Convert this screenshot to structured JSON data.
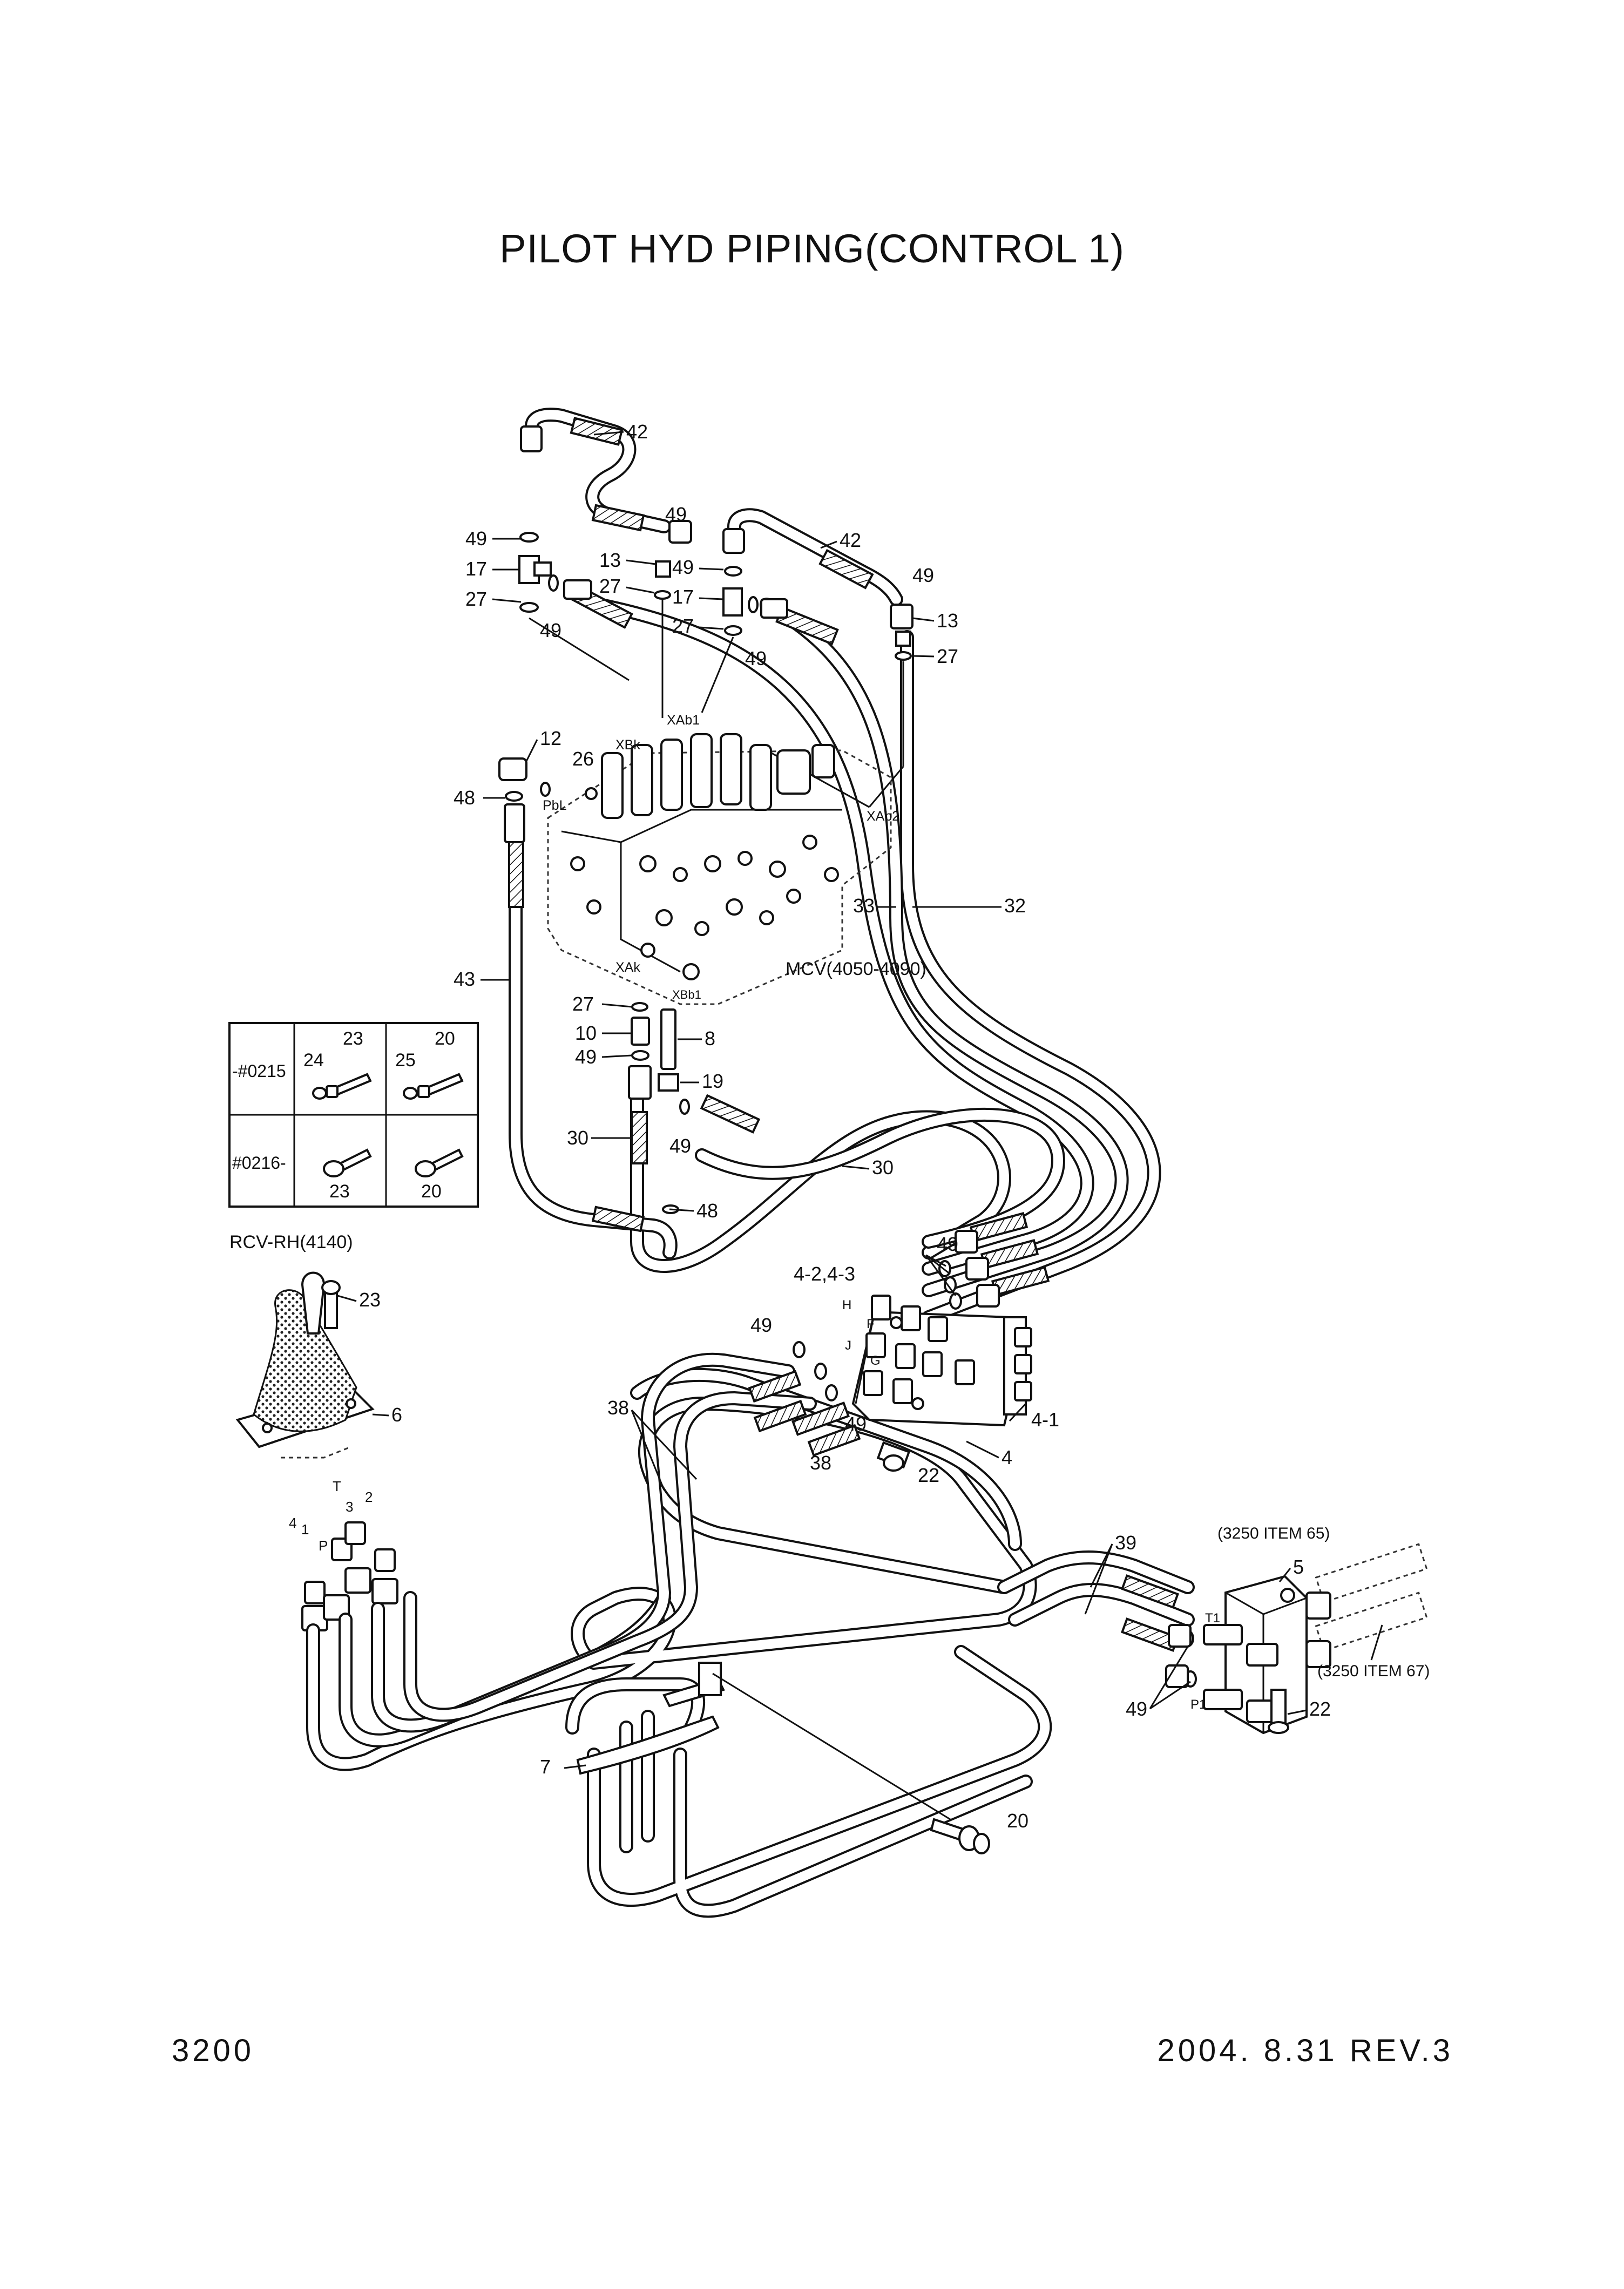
{
  "title": "PILOT HYD PIPING(CONTROL 1)",
  "page_number": "3200",
  "revision": "2004. 8.31 REV.3",
  "assembly_labels": {
    "mcv": "MCV(4050-4090)",
    "rcv": "RCV-RH(4140)",
    "item65": "(3250 ITEM 65)",
    "item67": "(3250 ITEM 67)"
  },
  "port_labels": {
    "xbk": "XBk",
    "xab1": "XAb1",
    "xab2": "XAb2",
    "pbl": "PbL",
    "xak": "XAk",
    "xbb1": "XBb1",
    "h": "H",
    "f": "F",
    "j": "J",
    "g": "G",
    "t1": "T1",
    "p1": "P1",
    "r1": "1",
    "rp": "P",
    "rt": "T",
    "r3": "3",
    "r2": "2",
    "r4": "4"
  },
  "serial_table": {
    "rows": [
      {
        "range": "-#0215",
        "parts": [
          "24",
          "23",
          "25",
          "20"
        ]
      },
      {
        "range": "#0216-",
        "parts": [
          "23",
          "20"
        ]
      }
    ]
  },
  "callouts": {
    "c42a": "42",
    "c49a": "49",
    "c17a": "17",
    "c27a": "27",
    "c49b": "49",
    "c49c": "49",
    "c13a": "13",
    "c27b": "27",
    "c42b": "42",
    "c49d": "49",
    "c17b": "17",
    "c27c": "27",
    "c49e": "49",
    "c49f": "49",
    "c13b": "13",
    "c27d": "27",
    "c12": "12",
    "c26": "26",
    "c48a": "48",
    "c33": "33",
    "c32": "32",
    "c43": "43",
    "c27e": "27",
    "c10": "10",
    "c8": "8",
    "c49g": "49",
    "c19": "19",
    "c30a": "30",
    "c49h": "49",
    "c30b": "30",
    "c48b": "48",
    "c49i": "49",
    "c4243": "4-2,4-3",
    "c49j": "49",
    "c49k": "49",
    "c41": "4-1",
    "c4": "4",
    "c38a": "38",
    "c38b": "38",
    "c22a": "22",
    "c23": "23",
    "c6": "6",
    "c7": "7",
    "c20": "20",
    "c39": "39",
    "c5": "5",
    "c49l": "49",
    "c22b": "22"
  }
}
